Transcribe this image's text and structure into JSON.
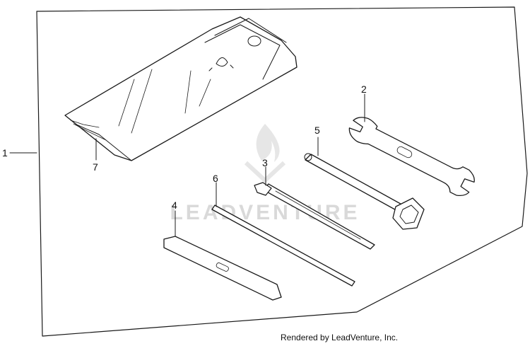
{
  "diagram": {
    "callouts": [
      {
        "id": "1",
        "label": "1"
      },
      {
        "id": "2",
        "label": "2"
      },
      {
        "id": "3",
        "label": "3"
      },
      {
        "id": "4",
        "label": "4"
      },
      {
        "id": "5",
        "label": "5"
      },
      {
        "id": "6",
        "label": "6"
      },
      {
        "id": "7",
        "label": "7"
      }
    ],
    "watermark": "LEADVENTURE",
    "credit": "Rendered by LeadVenture, Inc."
  }
}
